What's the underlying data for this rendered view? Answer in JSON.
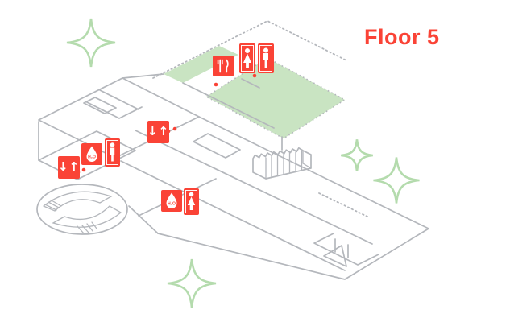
{
  "header": {
    "floor_label": "Floor 5"
  },
  "palette": {
    "accent_red": "#fa4336",
    "area_green": "#c9e4c2",
    "sparkle_green": "#b4dbad",
    "wall_gray": "#b4b7bc",
    "background": "#ffffff"
  },
  "map": {
    "type": "isometric-floor-plan",
    "markers": [
      {
        "name": "food-court",
        "icon": "fork-knife-icon"
      },
      {
        "name": "restroom-women-top",
        "icon": "woman-icon"
      },
      {
        "name": "restroom-men-top",
        "icon": "man-icon"
      },
      {
        "name": "elevator-central",
        "icon": "elevator-arrows-icon",
        "glyph": "↓↑"
      },
      {
        "name": "elevator-left",
        "icon": "elevator-arrows-icon",
        "glyph": "↓↑"
      },
      {
        "name": "water-station-left",
        "icon": "water-drop-icon",
        "glyph": "H₂O"
      },
      {
        "name": "restroom-men-left",
        "icon": "man-icon"
      },
      {
        "name": "water-station-bottom",
        "icon": "water-drop-icon",
        "glyph": "H₂O"
      },
      {
        "name": "restroom-women-bottom",
        "icon": "woman-icon"
      }
    ],
    "decorations": {
      "sparkle_count": 4,
      "green_areas": [
        "rooftop-terrace-large",
        "terrace-strip"
      ],
      "features": [
        "spiral-ramp",
        "staircase-block",
        "location-dots"
      ]
    }
  }
}
